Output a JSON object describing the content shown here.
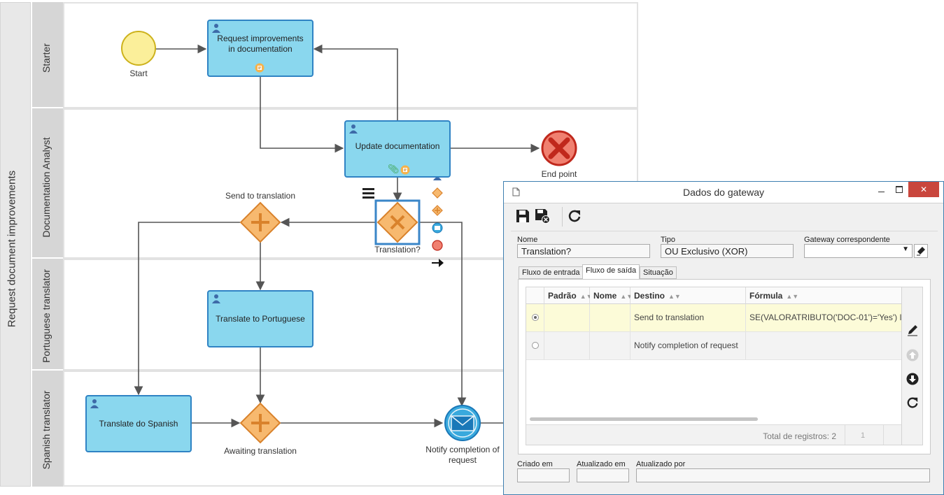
{
  "pool": {
    "name": "Request document improvements"
  },
  "lanes": [
    {
      "name": "Starter"
    },
    {
      "name": "Documentation Analyst"
    },
    {
      "name": "Portuguese translator"
    },
    {
      "name": "Spanish translator"
    }
  ],
  "events": {
    "start": "Start",
    "end": "End point",
    "notify": "Notify completion of request"
  },
  "tasks": {
    "request": "Request improvements in documentation",
    "update": "Update documentation",
    "portuguese": "Translate to Portuguese",
    "spanish": "Translate do Spanish"
  },
  "gateways": {
    "send": "Send to translation",
    "translation": "Translation?",
    "awaiting": "Awaiting translation"
  },
  "colors": {
    "task_fill": "#8ad7ee",
    "task_border": "#2f83c4",
    "gateway_fill": "#f7b96f",
    "gateway_border": "#d9822b",
    "start_fill": "#fbef9a",
    "end_fill": "#f08070",
    "end_border": "#c0281c",
    "selection": "#3a86c8",
    "dialog_close": "#c9463d"
  },
  "dialog": {
    "title": "Dados do gateway",
    "toolbar": {
      "save": "save-icon",
      "save_close": "save-close-icon",
      "refresh": "refresh-icon"
    },
    "fields": {
      "nome_label": "Nome",
      "nome_value": "Translation?",
      "tipo_label": "Tipo",
      "tipo_value": "OU Exclusivo (XOR)",
      "gateway_label": "Gateway correspondente",
      "gateway_value": ""
    },
    "tabs": [
      "Fluxo de entrada",
      "Fluxo de saída",
      "Situação"
    ],
    "grid": {
      "columns": [
        "Padrão",
        "Nome",
        "Destino",
        "Fórmula"
      ],
      "rows": [
        {
          "selected": true,
          "padrao": "",
          "nome": "",
          "destino": "Send to translation",
          "formula": "SE(VALORATRIBUTO('DOC-01')='Yes') I"
        },
        {
          "selected": false,
          "padrao": "",
          "nome": "",
          "destino": "Notify completion of request",
          "formula": ""
        }
      ],
      "total": "Total de registros: 2",
      "page": "1"
    },
    "footer": {
      "criado_em": "Criado em",
      "atualizado_em": "Atualizado em",
      "atualizado_por": "Atualizado por"
    }
  }
}
